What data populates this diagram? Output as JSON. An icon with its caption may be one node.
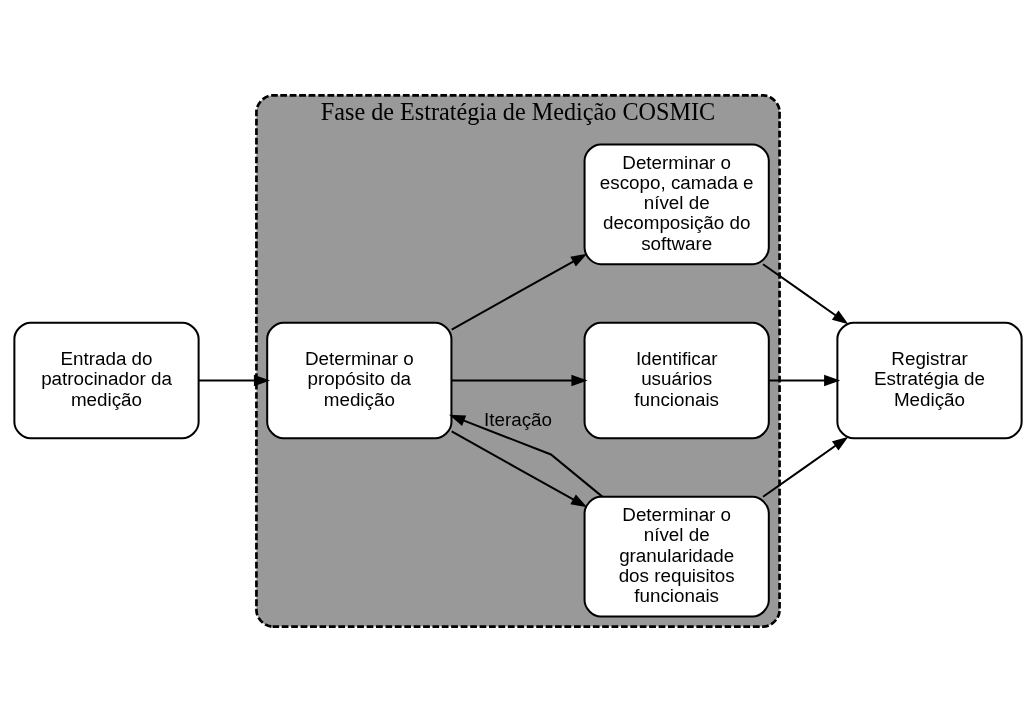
{
  "diagram": {
    "nodes": [
      {
        "text": [
          "Fase de Estratégia de Medição COSMIC"
        ]
      },
      {
        "text": [
          "Entrada do patrocinador da medição"
        ]
      },
      {
        "text": [
          "Determinar o propósito da medição"
        ],
        "in": 0
      },
      {
        "text": [
          "Determinar o escopo, camada e nível de decomposição do software"
        ],
        "in": 0
      },
      {
        "text": [
          "Identificar usuários funcionais"
        ],
        "in": 0
      },
      {
        "text": [
          "Determinar o nível de granularidade dos requisitos funcionais"
        ],
        "in": 0
      },
      {
        "text": [
          "Registrar Estratégia de Medição"
        ]
      }
    ],
    "edges": [
      {
        "from": 1,
        "to": 2,
        "arrow": "to"
      },
      {
        "from": 2,
        "to": 3,
        "arrow": "to"
      },
      {
        "from": 2,
        "to": 4,
        "arrow": "to"
      },
      {
        "from": 2,
        "to": 5,
        "arrow": "to"
      },
      {
        "from": 3,
        "to": 6,
        "arrow": "to"
      },
      {
        "from": 4,
        "to": 6,
        "arrow": "to"
      },
      {
        "from": 5,
        "to": 6,
        "arrow": "to"
      },
      {
        "from": 5,
        "to": 2,
        "arrow": "to",
        "label": "Iteração"
      }
    ]
  }
}
